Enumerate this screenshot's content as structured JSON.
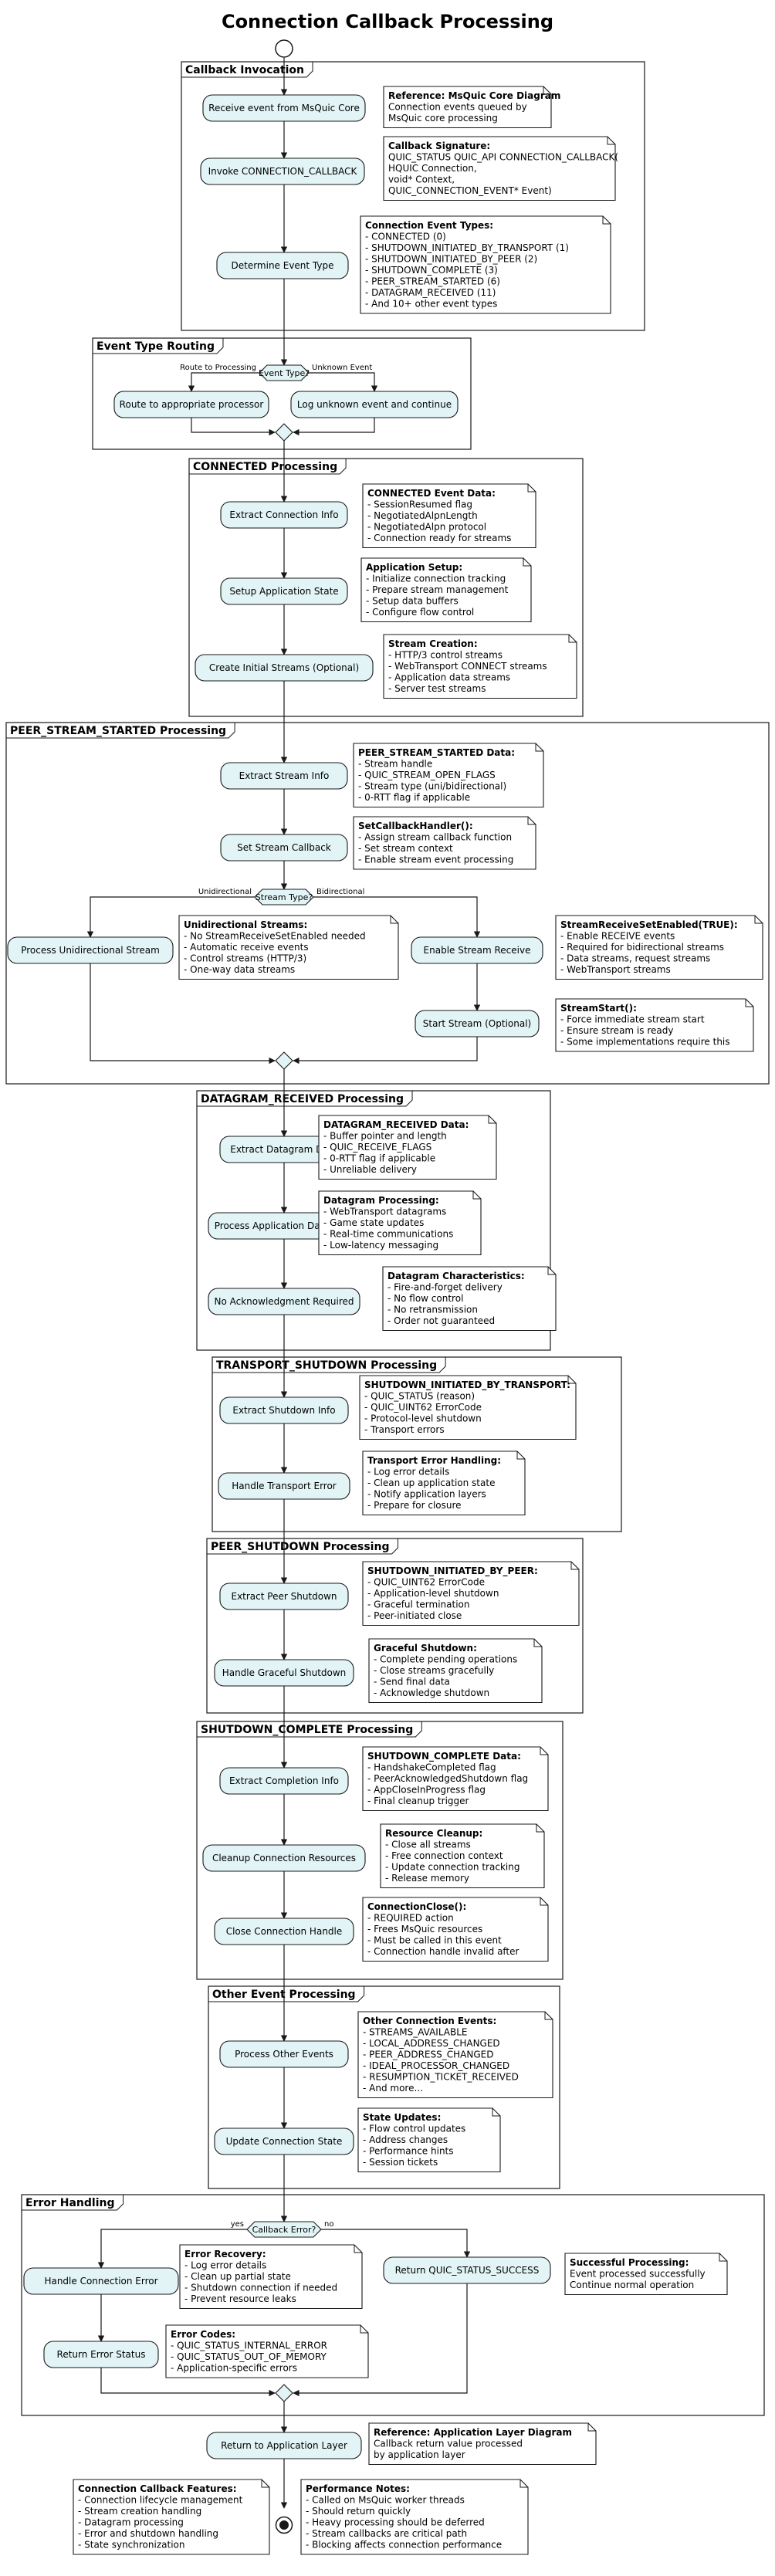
{
  "title": "Connection Callback Processing",
  "partitions": [
    {
      "id": "p1",
      "name": "Callback Invocation"
    },
    {
      "id": "p2",
      "name": "Event Type Routing"
    },
    {
      "id": "p3",
      "name": "CONNECTED Processing"
    },
    {
      "id": "p4",
      "name": "PEER_STREAM_STARTED Processing"
    },
    {
      "id": "p5",
      "name": "DATAGRAM_RECEIVED Processing"
    },
    {
      "id": "p6",
      "name": "TRANSPORT_SHUTDOWN Processing"
    },
    {
      "id": "p7",
      "name": "PEER_SHUTDOWN Processing"
    },
    {
      "id": "p8",
      "name": "SHUTDOWN_COMPLETE Processing"
    },
    {
      "id": "p9",
      "name": "Other Event Processing"
    },
    {
      "id": "p10",
      "name": "Error Handling"
    }
  ],
  "activities": [
    {
      "id": "a1",
      "label": "Receive event from MsQuic Core"
    },
    {
      "id": "a2",
      "label": "Invoke CONNECTION_CALLBACK"
    },
    {
      "id": "a3",
      "label": "Determine Event Type"
    },
    {
      "id": "a4",
      "label": "Route to appropriate processor"
    },
    {
      "id": "a5",
      "label": "Log unknown event and continue"
    },
    {
      "id": "a6",
      "label": "Extract Connection Info"
    },
    {
      "id": "a7",
      "label": "Setup Application State"
    },
    {
      "id": "a8",
      "label": "Create Initial Streams (Optional)"
    },
    {
      "id": "a9",
      "label": "Extract Stream Info"
    },
    {
      "id": "a10",
      "label": "Set Stream Callback"
    },
    {
      "id": "a11",
      "label": "Process Unidirectional Stream"
    },
    {
      "id": "a12",
      "label": "Enable Stream Receive"
    },
    {
      "id": "a13",
      "label": "Start Stream (Optional)"
    },
    {
      "id": "a14",
      "label": "Extract Datagram Data"
    },
    {
      "id": "a15",
      "label": "Process Application Datagram"
    },
    {
      "id": "a16",
      "label": "No Acknowledgment Required"
    },
    {
      "id": "a17",
      "label": "Extract Shutdown Info"
    },
    {
      "id": "a18",
      "label": "Handle Transport Error"
    },
    {
      "id": "a19",
      "label": "Extract Peer Shutdown"
    },
    {
      "id": "a20",
      "label": "Handle Graceful Shutdown"
    },
    {
      "id": "a21",
      "label": "Extract Completion Info"
    },
    {
      "id": "a22",
      "label": "Cleanup Connection Resources"
    },
    {
      "id": "a23",
      "label": "Close Connection Handle"
    },
    {
      "id": "a24",
      "label": "Process Other Events"
    },
    {
      "id": "a25",
      "label": "Update Connection State"
    },
    {
      "id": "a26",
      "label": "Handle Connection Error"
    },
    {
      "id": "a27",
      "label": "Return Error Status"
    },
    {
      "id": "a28",
      "label": "Return QUIC_STATUS_SUCCESS"
    },
    {
      "id": "a29",
      "label": "Return to Application Layer"
    }
  ],
  "decisions": [
    {
      "id": "d1",
      "label": "Event Type?",
      "left_branch": "Route to Processing",
      "right_branch": "Unknown Event"
    },
    {
      "id": "d2",
      "label": "Stream Type?",
      "left_branch": "Unidirectional",
      "right_branch": "Bidirectional"
    },
    {
      "id": "d3",
      "label": "Callback Error?",
      "left_branch": "yes",
      "right_branch": "no"
    }
  ],
  "notes": [
    {
      "id": "n1",
      "title": "Reference: MsQuic Core Diagram",
      "lines": [
        "Connection events queued by",
        "MsQuic core processing"
      ]
    },
    {
      "id": "n2",
      "title": "Callback Signature:",
      "lines": [
        "QUIC_STATUS QUIC_API CONNECTION_CALLBACK(",
        "  HQUIC Connection,",
        "  void* Context,",
        "  QUIC_CONNECTION_EVENT* Event)"
      ]
    },
    {
      "id": "n3",
      "title": "Connection Event Types:",
      "lines": [
        "- CONNECTED (0)",
        "- SHUTDOWN_INITIATED_BY_TRANSPORT (1)",
        "- SHUTDOWN_INITIATED_BY_PEER (2)",
        "- SHUTDOWN_COMPLETE (3)",
        "- PEER_STREAM_STARTED (6)",
        "- DATAGRAM_RECEIVED (11)",
        "- And 10+ other event types"
      ]
    },
    {
      "id": "n4",
      "title": "CONNECTED Event Data:",
      "lines": [
        "- SessionResumed flag",
        "- NegotiatedAlpnLength",
        "- NegotiatedAlpn protocol",
        "- Connection ready for streams"
      ]
    },
    {
      "id": "n5",
      "title": "Application Setup:",
      "lines": [
        "- Initialize connection tracking",
        "- Prepare stream management",
        "- Setup data buffers",
        "- Configure flow control"
      ]
    },
    {
      "id": "n6",
      "title": "Stream Creation:",
      "lines": [
        "- HTTP/3 control streams",
        "- WebTransport CONNECT streams",
        "- Application data streams",
        "- Server test streams"
      ]
    },
    {
      "id": "n7",
      "title": "PEER_STREAM_STARTED Data:",
      "lines": [
        "- Stream handle",
        "- QUIC_STREAM_OPEN_FLAGS",
        "- Stream type (uni/bidirectional)",
        "- 0-RTT flag if applicable"
      ]
    },
    {
      "id": "n8",
      "title": "SetCallbackHandler():",
      "lines": [
        "- Assign stream callback function",
        "- Set stream context",
        "- Enable stream event processing"
      ]
    },
    {
      "id": "n9",
      "title": "Unidirectional Streams:",
      "lines": [
        "- No StreamReceiveSetEnabled needed",
        "- Automatic receive events",
        "- Control streams (HTTP/3)",
        "- One-way data streams"
      ]
    },
    {
      "id": "n10",
      "title": "StreamReceiveSetEnabled(TRUE):",
      "lines": [
        "- Enable RECEIVE events",
        "- Required for bidirectional streams",
        "- Data streams, request streams",
        "- WebTransport streams"
      ]
    },
    {
      "id": "n11",
      "title": "StreamStart():",
      "lines": [
        "- Force immediate stream start",
        "- Ensure stream is ready",
        "- Some implementations require this"
      ]
    },
    {
      "id": "n12",
      "title": "DATAGRAM_RECEIVED Data:",
      "lines": [
        "- Buffer pointer and length",
        "- QUIC_RECEIVE_FLAGS",
        "- 0-RTT flag if applicable",
        "- Unreliable delivery"
      ]
    },
    {
      "id": "n13",
      "title": "Datagram Processing:",
      "lines": [
        "- WebTransport datagrams",
        "- Game state updates",
        "- Real-time communications",
        "- Low-latency messaging"
      ]
    },
    {
      "id": "n14",
      "title": "Datagram Characteristics:",
      "lines": [
        "- Fire-and-forget delivery",
        "- No flow control",
        "- No retransmission",
        "- Order not guaranteed"
      ]
    },
    {
      "id": "n15",
      "title": "SHUTDOWN_INITIATED_BY_TRANSPORT:",
      "lines": [
        "- QUIC_STATUS (reason)",
        "- QUIC_UINT62 ErrorCode",
        "- Protocol-level shutdown",
        "- Transport errors"
      ]
    },
    {
      "id": "n16",
      "title": "Transport Error Handling:",
      "lines": [
        "- Log error details",
        "- Clean up application state",
        "- Notify application layers",
        "- Prepare for closure"
      ]
    },
    {
      "id": "n17",
      "title": "SHUTDOWN_INITIATED_BY_PEER:",
      "lines": [
        "- QUIC_UINT62 ErrorCode",
        "- Application-level shutdown",
        "- Graceful termination",
        "- Peer-initiated close"
      ]
    },
    {
      "id": "n18",
      "title": "Graceful Shutdown:",
      "lines": [
        "- Complete pending operations",
        "- Close streams gracefully",
        "- Send final data",
        "- Acknowledge shutdown"
      ]
    },
    {
      "id": "n19",
      "title": "SHUTDOWN_COMPLETE Data:",
      "lines": [
        "- HandshakeCompleted flag",
        "- PeerAcknowledgedShutdown flag",
        "- AppCloseInProgress flag",
        "- Final cleanup trigger"
      ]
    },
    {
      "id": "n20",
      "title": "Resource Cleanup:",
      "lines": [
        "- Close all streams",
        "- Free connection context",
        "- Update connection tracking",
        "- Release memory"
      ]
    },
    {
      "id": "n21",
      "title": "ConnectionClose():",
      "lines": [
        "- REQUIRED action",
        "- Frees MsQuic resources",
        "- Must be called in this event",
        "- Connection handle invalid after"
      ]
    },
    {
      "id": "n22",
      "title": "Other Connection Events:",
      "lines": [
        "- STREAMS_AVAILABLE",
        "- LOCAL_ADDRESS_CHANGED",
        "- PEER_ADDRESS_CHANGED",
        "- IDEAL_PROCESSOR_CHANGED",
        "- RESUMPTION_TICKET_RECEIVED",
        "- And more..."
      ]
    },
    {
      "id": "n23",
      "title": "State Updates:",
      "lines": [
        "- Flow control updates",
        "- Address changes",
        "- Performance hints",
        "- Session tickets"
      ]
    },
    {
      "id": "n24",
      "title": "Error Recovery:",
      "lines": [
        "- Log error details",
        "- Clean up partial state",
        "- Shutdown connection if needed",
        "- Prevent resource leaks"
      ]
    },
    {
      "id": "n25",
      "title": "Error Codes:",
      "lines": [
        "- QUIC_STATUS_INTERNAL_ERROR",
        "- QUIC_STATUS_OUT_OF_MEMORY",
        "- Application-specific errors"
      ]
    },
    {
      "id": "n26",
      "title": "Successful Processing:",
      "lines": [
        "Event processed successfully",
        "Continue normal operation"
      ]
    },
    {
      "id": "n27",
      "title": "Reference: Application Layer Diagram",
      "lines": [
        "Callback return value processed",
        "by application layer"
      ]
    },
    {
      "id": "n28",
      "title": "Connection Callback Features:",
      "lines": [
        "- Connection lifecycle management",
        "- Stream creation handling",
        "- Datagram processing",
        "- Error and shutdown handling",
        "- State synchronization"
      ]
    },
    {
      "id": "n29",
      "title": "Performance Notes:",
      "lines": [
        "- Called on MsQuic worker threads",
        "- Should return quickly",
        "- Heavy processing should be deferred",
        "- Stream callbacks are critical path",
        "- Blocking affects connection performance"
      ]
    }
  ],
  "colors": {
    "activity_fill": "#E2F4F6",
    "stroke": "#181818",
    "note_fill": "#FFFFFF",
    "background": "#FFFFFF"
  }
}
